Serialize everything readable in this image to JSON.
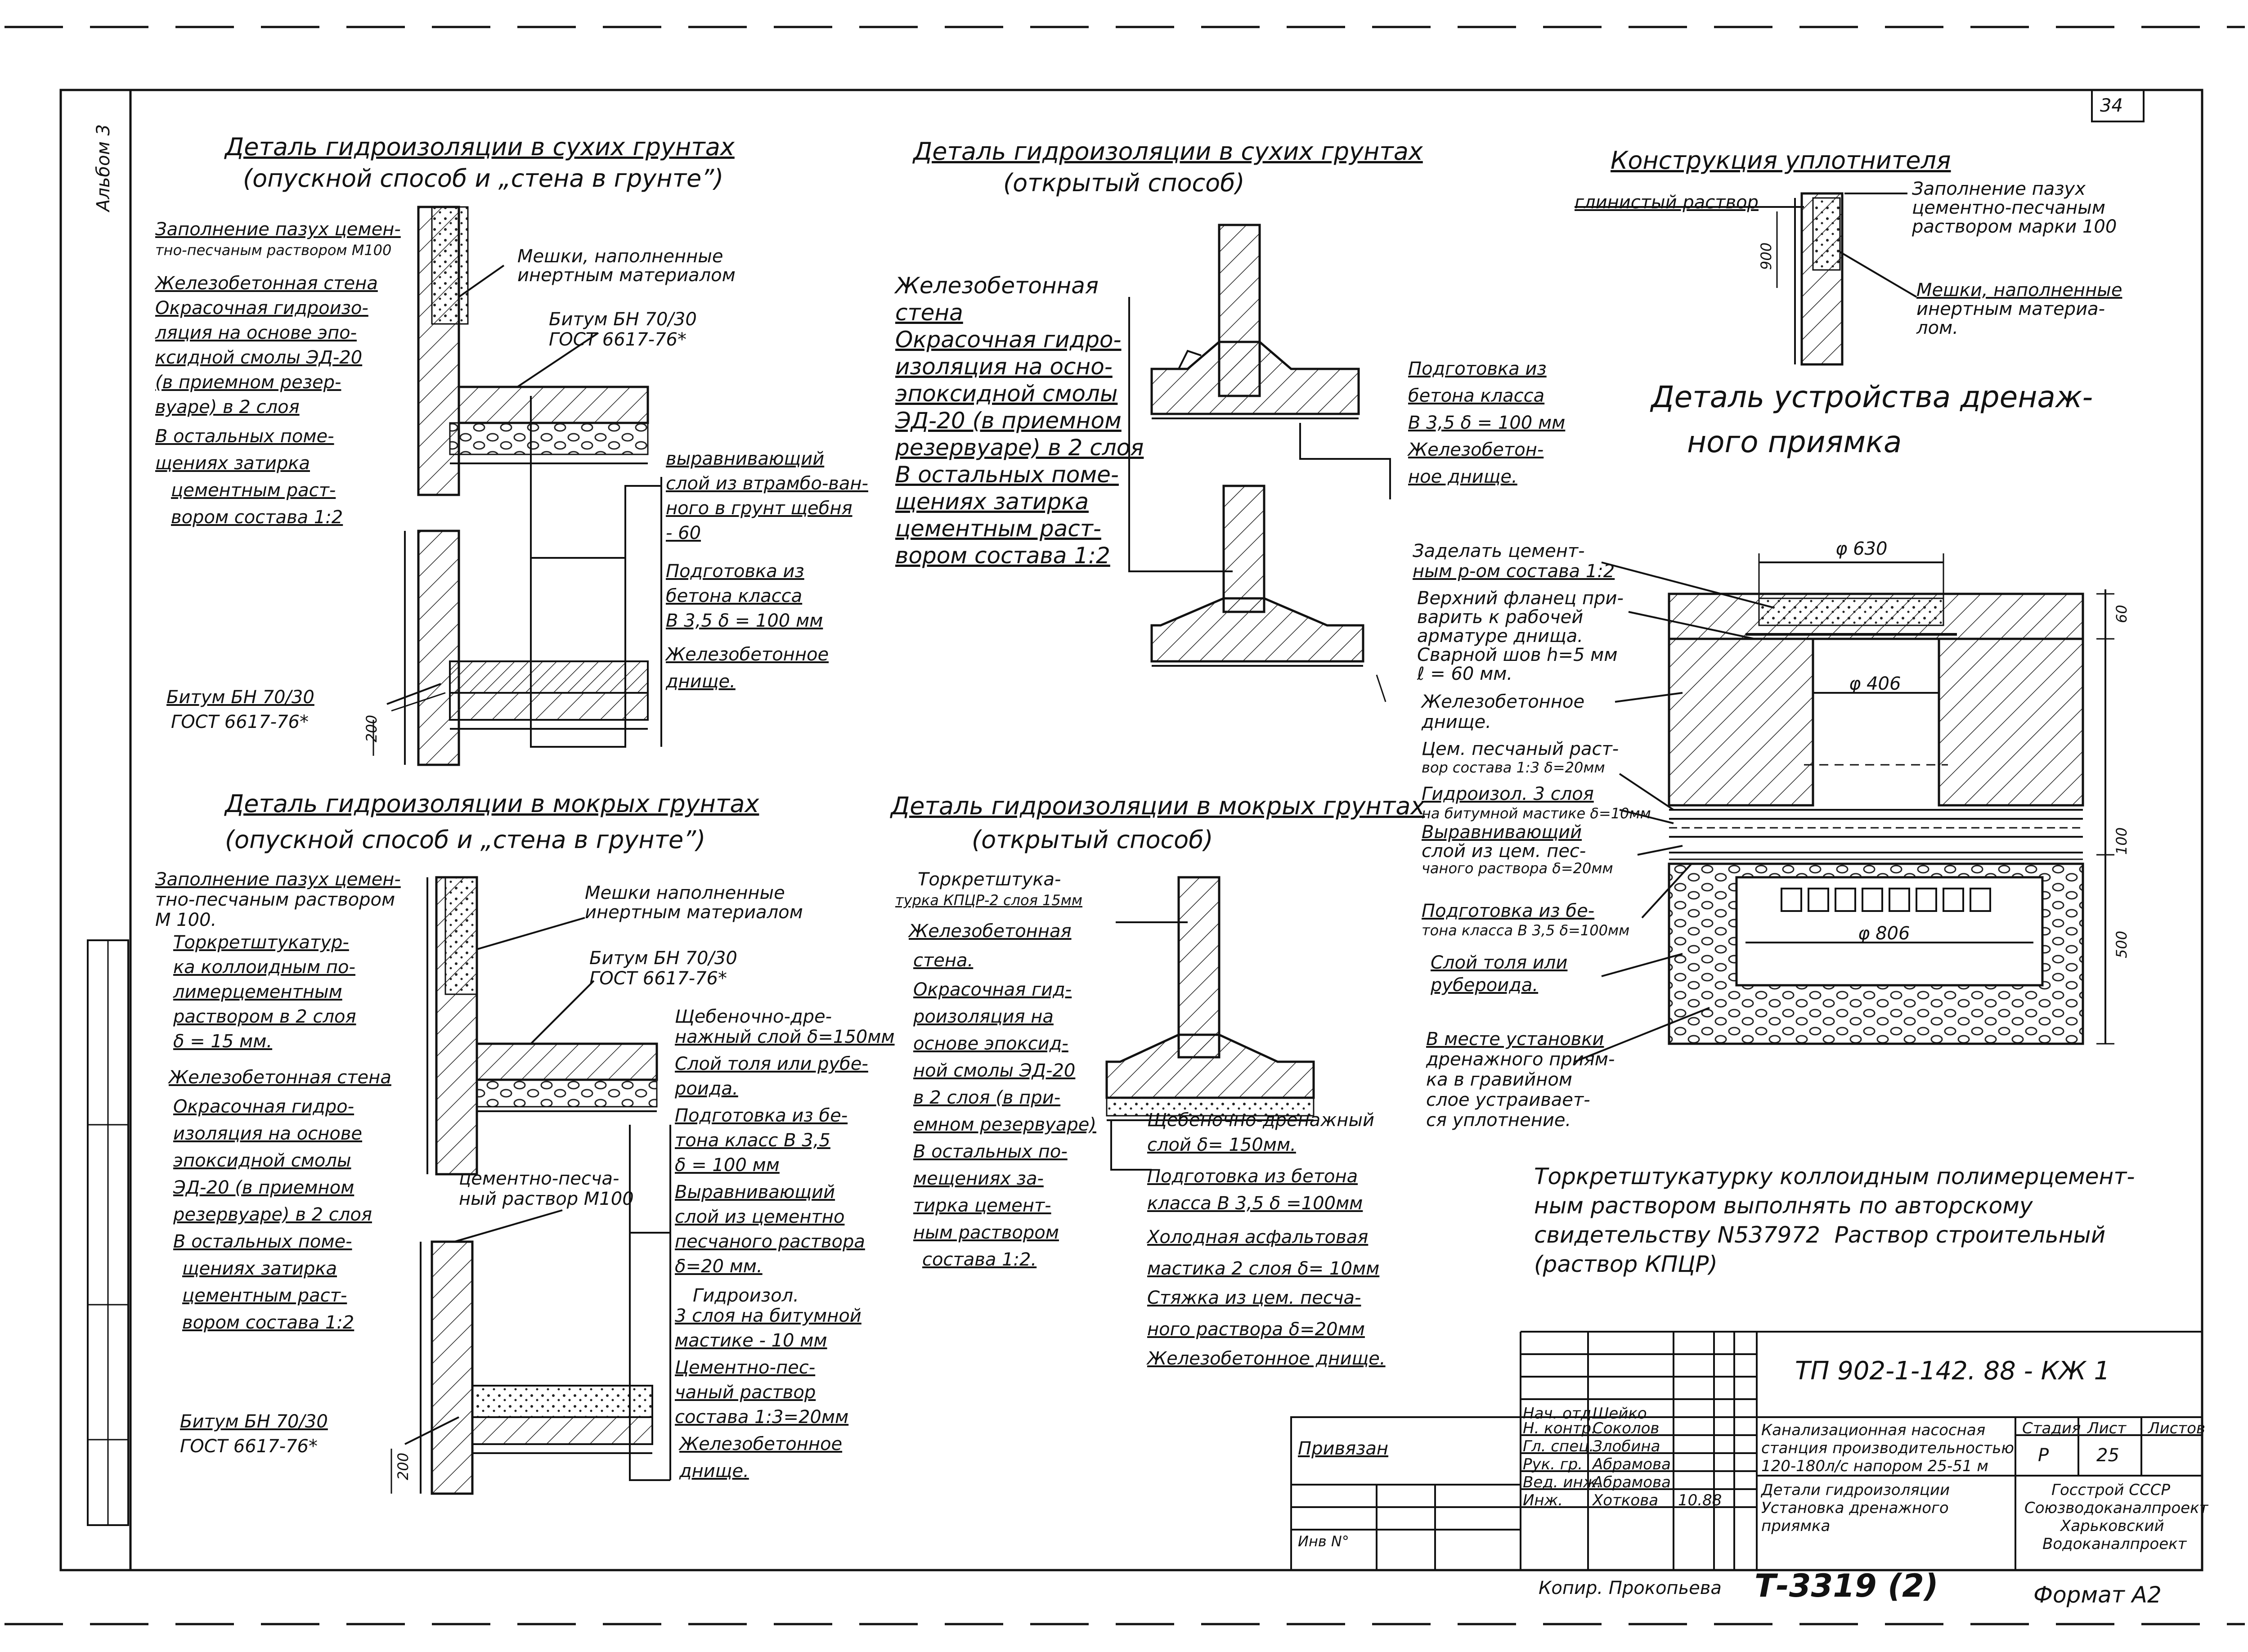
{
  "page": {
    "number": "34",
    "sidebar_code": "Альбом 3"
  },
  "dry_trench": {
    "title": "Деталь гидроизоляции в сухих грунтах",
    "subtitle": "(опускной способ и „стена в грунте”)",
    "labels": [
      "Заполнение пазух цемен-",
      "тно-песчаным раствором М100",
      "Железобетонная стена",
      "Окрасочная гидроизо-",
      "ляция на основе эпо-",
      "ксидной смолы ЭД-20",
      "(в приемном резер-",
      "вуаре) в 2 слоя",
      "В остальных поме-",
      "щениях затирка",
      "цементным раст-",
      "вором состава 1:2"
    ],
    "bags": [
      "Мешки, наполненные",
      "инертным материалом"
    ],
    "bitumen_top": [
      "Битум БН 70/30",
      "ГОСТ 6617-76*"
    ],
    "right_labels": [
      "выравнивающий",
      "слой из втрамбо-ван-",
      "ного в грунт щебня",
      "- 60",
      "Подготовка из",
      "бетона класса",
      "В 3,5 δ = 100 мм",
      "Железобетонное",
      "днище."
    ],
    "bitumen_bottom": [
      "Битум БН 70/30",
      "ГОСТ 6617-76*"
    ],
    "dim": "200"
  },
  "dry_open": {
    "title": "Деталь гидроизоляции в сухих грунтах",
    "subtitle": "(открытый способ)",
    "labels": [
      "Железобетонная",
      "стена",
      "Окрасочная гидро-",
      "изоляция на осно-",
      "эпоксидной смолы",
      "ЭД-20 (в приемном",
      "резервуаре) в 2 слоя",
      "В остальных поме-",
      "щениях затирка",
      "цементным раст-",
      "вором состава 1:2"
    ],
    "right_labels": [
      "Подготовка из",
      "бетона класса",
      "В 3,5 δ = 100 мм",
      "Железобетон-",
      "ное днище."
    ]
  },
  "seal": {
    "title": "Конструкция уплотнителя",
    "clay": "глинистый раствор",
    "fill": [
      "Заполнение пазух",
      "цементно-песчаным",
      "раствором марки 100"
    ],
    "bags": [
      "Мешки, наполненные",
      "инертным материа-",
      "лом."
    ],
    "dim": "900"
  },
  "drain": {
    "title": [
      "Деталь устройства дренаж-",
      "ного приямка"
    ],
    "labels": [
      "Заделать цемент-",
      "ным р-ом состава 1:2",
      "Верхний фланец при-",
      "варить к рабочей",
      "арматуре днища.",
      "Сварной шов h=5 мм",
      "ℓ = 60 мм.",
      "Железобетонное",
      "днище.",
      "Цем. песчаный раст-",
      "вор состава 1:3 δ=20мм",
      "Гидроизол. 3 слоя",
      "на битумной мастике δ=10мм",
      "Выравнивающий",
      "слой из цем. пес-",
      "чаного раствора δ=20мм",
      "Подготовка из бе-",
      "тона класса В 3,5 δ=100мм",
      "Слой толя или",
      "рубероида."
    ],
    "bottom_note": [
      "В месте установки",
      "дренажного приям-",
      "ка в гравийном",
      "слое устраивает-",
      "ся уплотнение."
    ],
    "d630": "φ 630",
    "d406": "φ 406",
    "d806": "φ 806",
    "dims": [
      "60",
      "100",
      "500"
    ]
  },
  "wet_trench": {
    "title": "Деталь гидроизоляции в мокрых грунтах",
    "subtitle": "(опускной способ и „стена в грунте”)",
    "labels": [
      "Заполнение пазух цемен-",
      "тно-песчаным раствором",
      "М 100.",
      "Торкретштукатур-",
      "ка коллоидным по-",
      "лимерцементным",
      "раствором в 2 слоя",
      "δ = 15 мм.",
      "Железобетонная стена",
      "Окрасочная гидро-",
      "изоляция на основе",
      "эпоксидной смолы",
      "ЭД-20 (в приемном",
      "резервуаре) в 2 слоя",
      "В остальных поме-",
      "щениях затирка",
      "цементным раст-",
      "вором состава 1:2"
    ],
    "bags": [
      "Мешки наполненные",
      "инертным материалом"
    ],
    "bitumen_top": [
      "Битум БН 70/30",
      "ГОСТ 6617-76*"
    ],
    "mortar": [
      "цементно-песча-",
      "ный раствор М100"
    ],
    "right_labels": [
      "Щебеночно-дре-",
      "нажный слой δ=150мм",
      "Слой толя или рубе-",
      "роида.",
      "Подготовка из бе-",
      "тона класс В 3,5",
      "δ = 100 мм",
      "Выравнивающий",
      "слой из цементно",
      "песчаного раствора",
      "δ=20 мм.",
      "Гидроизол.",
      "3 слоя на битумной",
      "мастике - 10 мм",
      "Цементно-пес-",
      "чаный раствор",
      "состава 1:3=20мм",
      "Железобетонное",
      "днище."
    ],
    "bitumen_bottom": [
      "Битум БН 70/30",
      "ГОСТ 6617-76*"
    ],
    "dim": "200"
  },
  "wet_open": {
    "title": "Деталь гидроизоляции в мокрых грунтах",
    "subtitle": "(открытый способ)",
    "labels": [
      "Торкретштука-",
      "турка КПЦР-2 слоя 15мм",
      "Железобетонная",
      "стена.",
      "Окрасочная гид-",
      "роизоляция на",
      "основе эпоксид-",
      "ной смолы ЭД-20",
      "в 2 слоя (в при-",
      "емном резервуаре)",
      "В остальных по-",
      "мещениях за-",
      "тирка цемент-",
      "ным раствором",
      "состава 1:2."
    ],
    "right_labels": [
      "Щебеночно-дренажный",
      "слой δ= 150мм.",
      "Подготовка из бетона",
      "класса В 3,5 δ =100мм",
      "Холодная асфальтовая",
      "мастика 2 слоя δ= 10мм",
      "Стяжка из цем. песча-",
      "ного раствора δ=20мм",
      "Железобетонное днище."
    ]
  },
  "footnote": [
    "Торкретштукатурку коллоидным полимерцемент-",
    "ным раствором выполнять по авторскому",
    "свидетельству N537972  Раствор строительный",
    "(раствор КПЦР)"
  ],
  "title_block": {
    "code": "ТП 902-1-142. 88 - КЖ 1",
    "privyazan": "Привязан",
    "inv": "Инв N°",
    "roles": [
      "Нач. отд.",
      "Н. контр.",
      "Гл. спец.",
      "Рук. гр.",
      "Вед. инж.",
      "Инж."
    ],
    "names": [
      "Шейко",
      "Соколов",
      "Злобина",
      "Абрамова",
      "Абрамова",
      "Хоткова"
    ],
    "desc": [
      "Канализационная насосная",
      "станция производительностью",
      "120-180л/с напором 25-51 м",
      "Детали гидроизоляции",
      "Установка дренажного",
      "приямка"
    ],
    "stage_header": "Стадия",
    "sheet_header": "Лист",
    "sheets_header": "Листов",
    "stage": "Р",
    "sheet": "25",
    "org": [
      "Госстрой СССР",
      "Союзводоканалпроект",
      "Харьковский",
      "Водоканалпроект"
    ],
    "date": "10.88"
  },
  "footer": {
    "copied": "Копир. Прокопьева",
    "stamp": "Т-3319 (2)",
    "format": "Формат А2"
  }
}
